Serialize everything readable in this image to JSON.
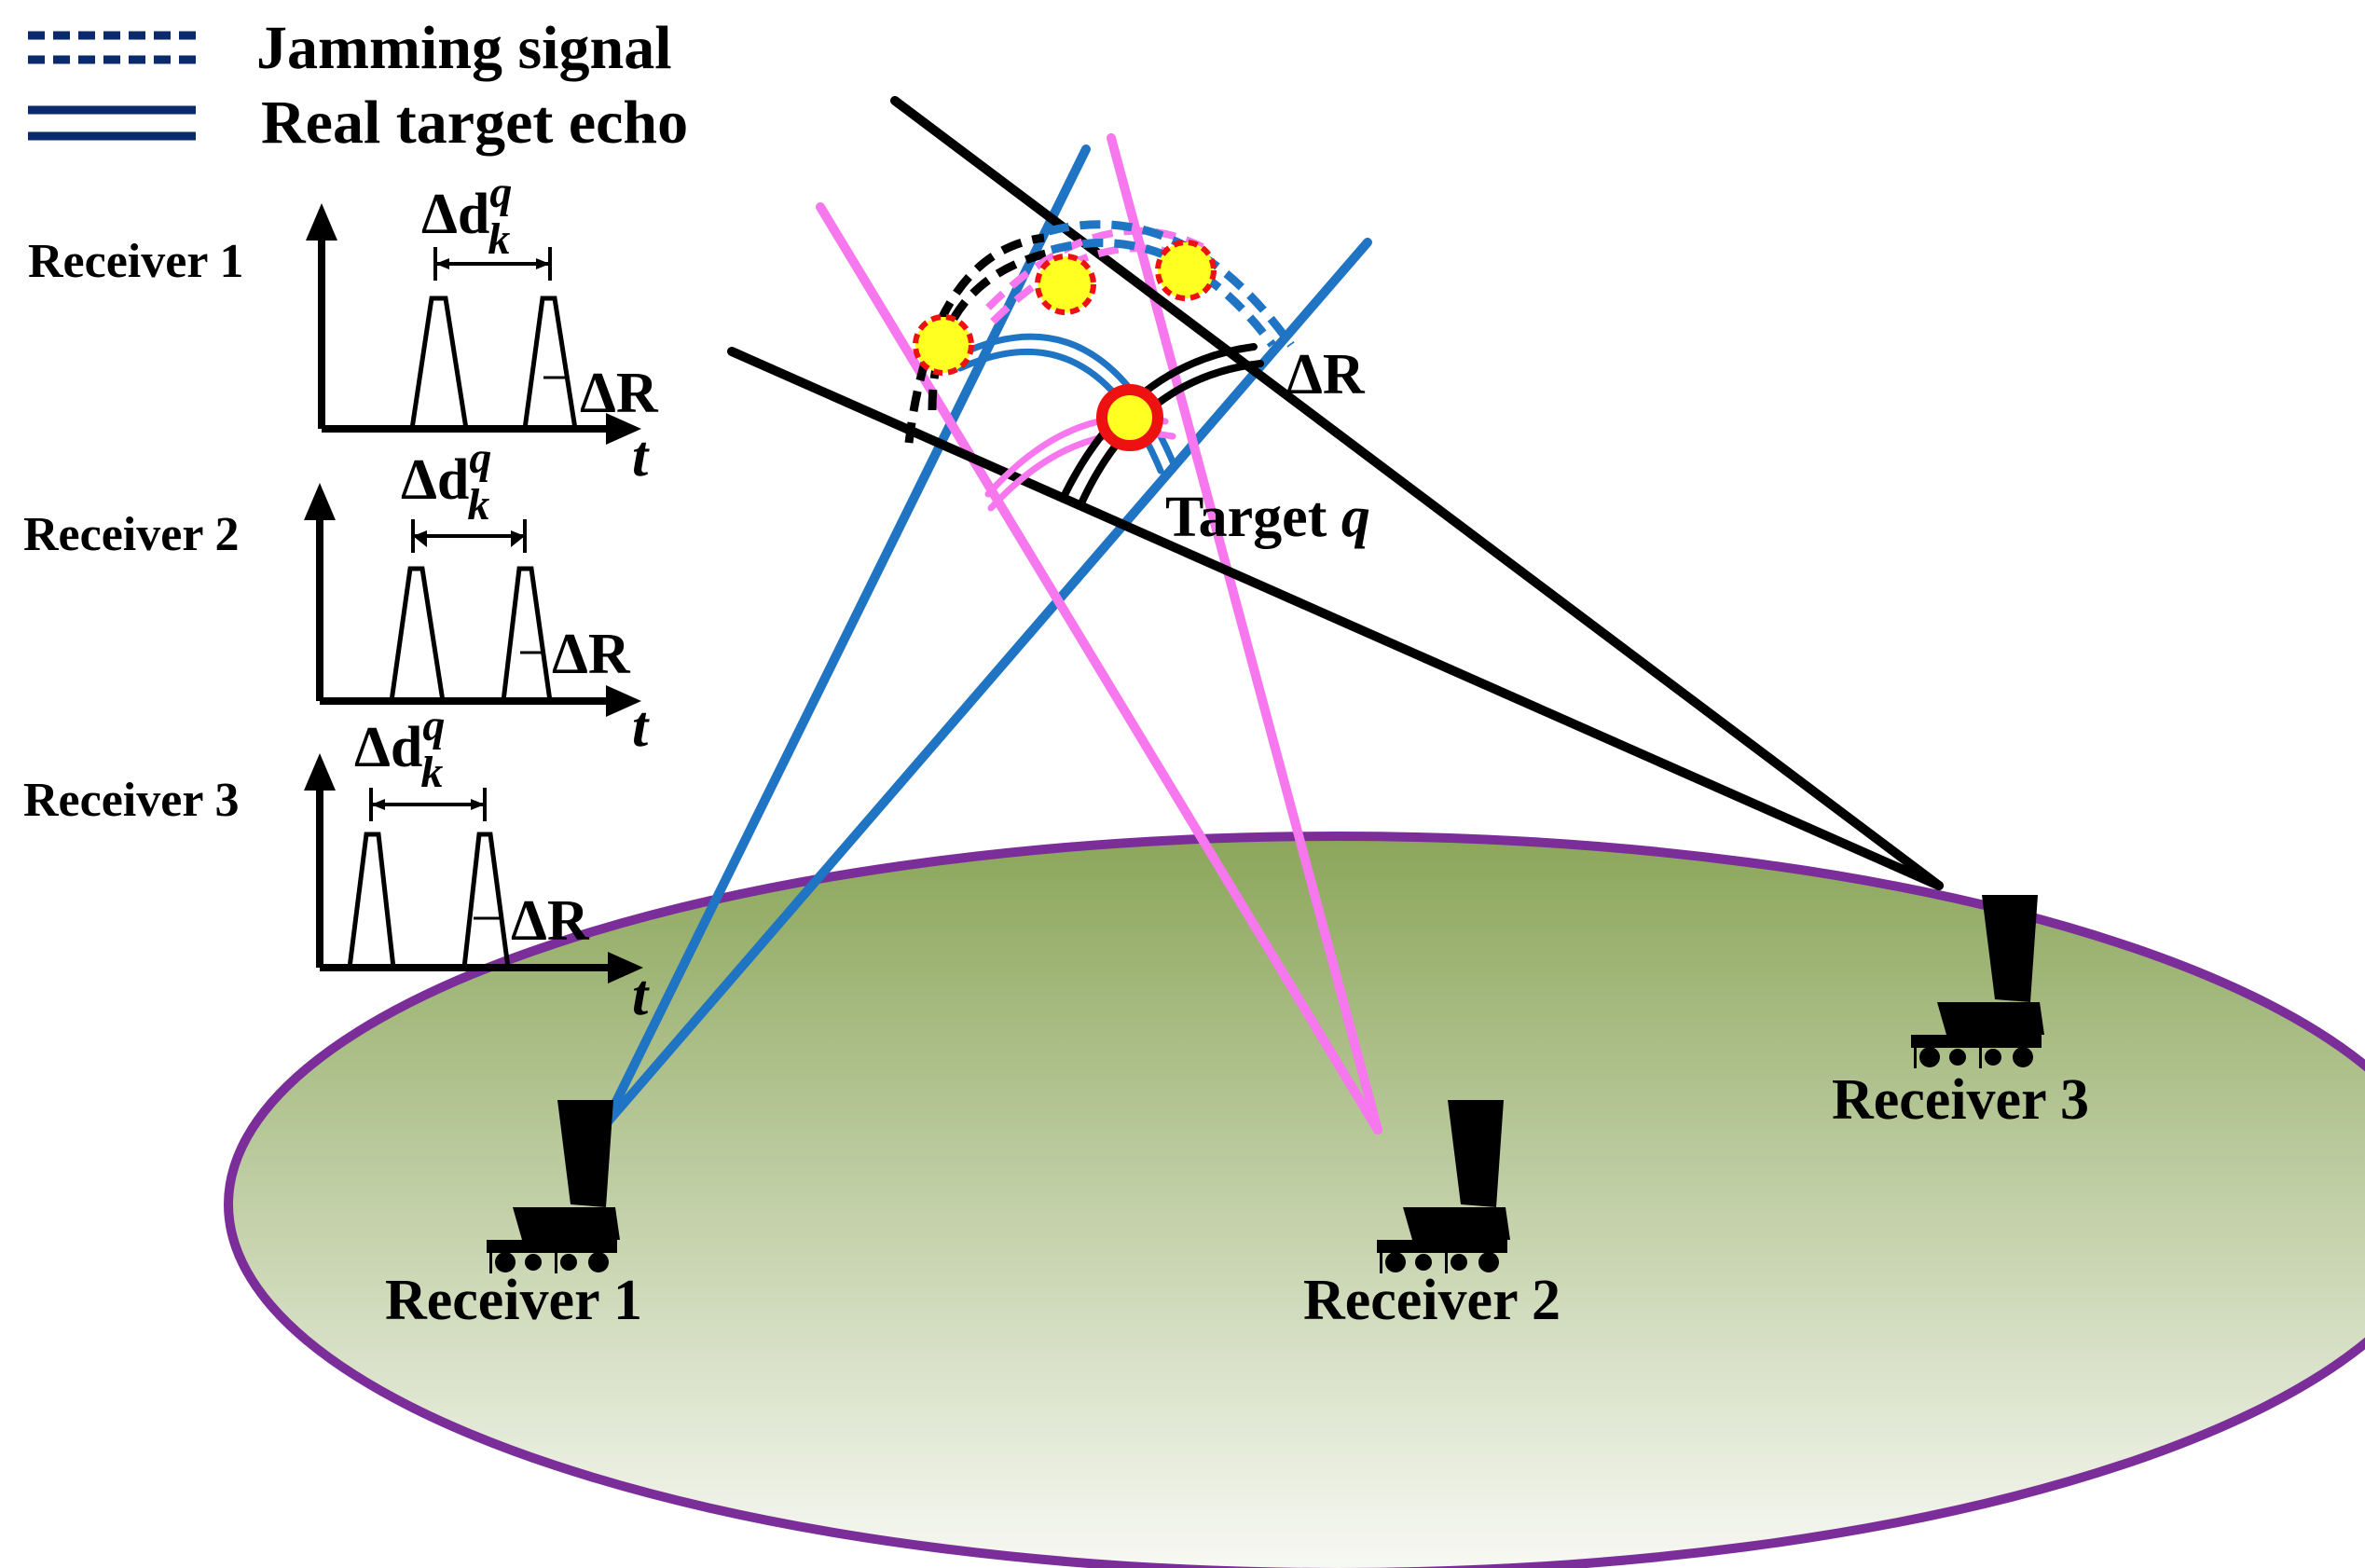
{
  "legend": {
    "items": [
      {
        "label": "Jamming signal",
        "line_style": "dashed",
        "color": "#0a2a6e"
      },
      {
        "label": "Real target echo",
        "line_style": "double-solid",
        "color": "#0a2a6e"
      }
    ]
  },
  "waveforms": [
    {
      "receiver_label": "Receiver 1",
      "delta_d_base": "Δd",
      "delta_d_sup": "q",
      "delta_d_sub": "k",
      "delta_r_label": "ΔR",
      "axis_label": "t"
    },
    {
      "receiver_label": "Receiver 2",
      "delta_d_base": "Δd",
      "delta_d_sup": "q",
      "delta_d_sub": "k",
      "delta_r_label": "ΔR",
      "axis_label": "t"
    },
    {
      "receiver_label": "Receiver 3",
      "delta_d_base": "Δd",
      "delta_d_sup": "q",
      "delta_d_sub": "k",
      "delta_r_label": "ΔR",
      "axis_label": "t"
    }
  ],
  "scene": {
    "target_label_prefix": "Target ",
    "target_label_var": "q",
    "delta_r_label": "ΔR",
    "receivers": [
      {
        "label": "Receiver 1",
        "beam_color": "#1f74c4"
      },
      {
        "label": "Receiver 2",
        "beam_color": "#f777ee"
      },
      {
        "label": "Receiver 3",
        "beam_color": "#000000"
      }
    ],
    "colors": {
      "ground_top": "#8ba65a",
      "ground_bottom": "#f8f9f4",
      "ground_border": "#7b2d9a",
      "false_target_fill": "#ffff22",
      "false_target_border": "#ee1111",
      "real_target_fill": "#ffff22",
      "real_target_border": "#ee1111"
    }
  }
}
